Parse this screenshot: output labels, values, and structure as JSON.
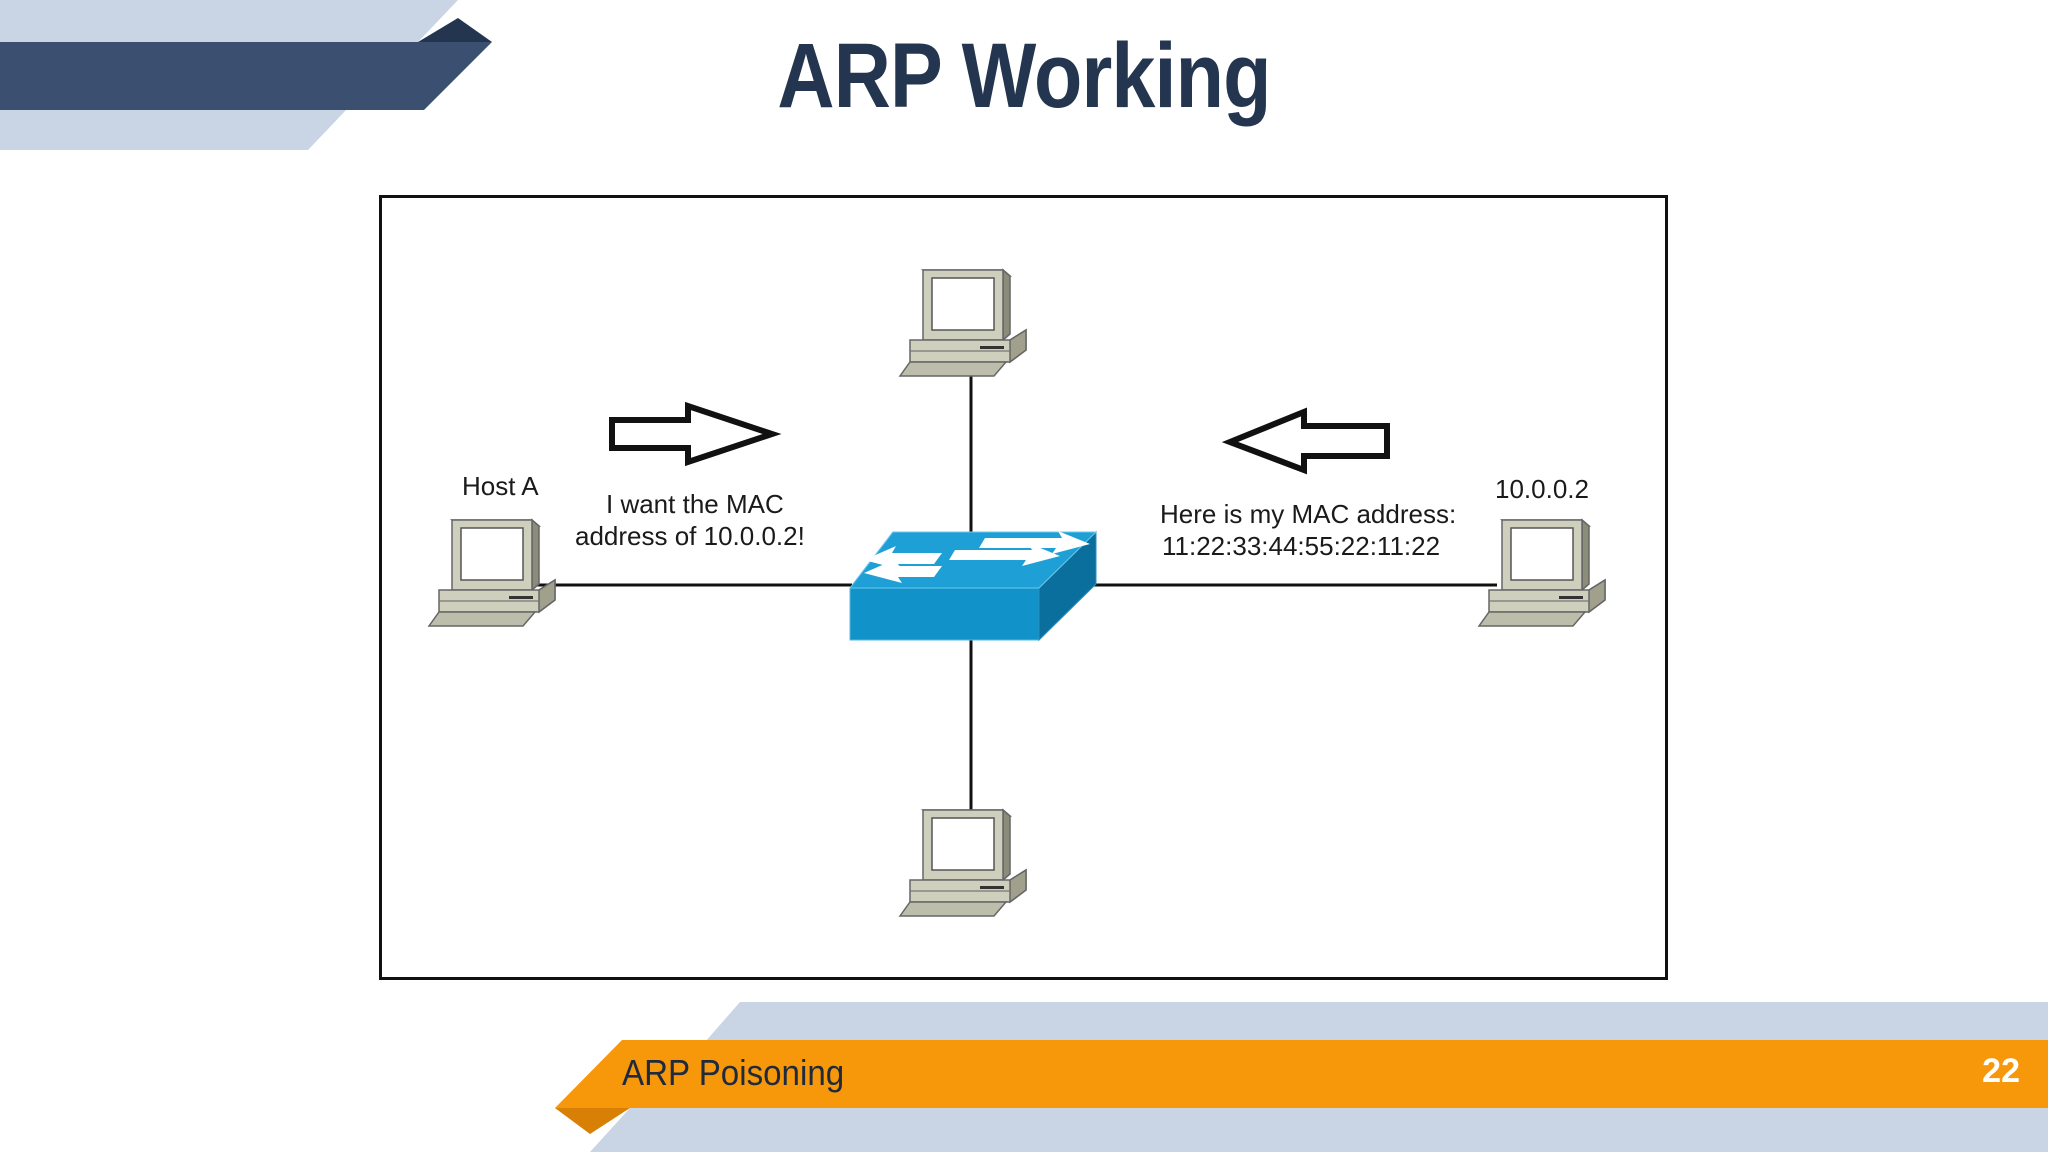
{
  "slide": {
    "title": "ARP Working",
    "footer_title": "ARP Poisoning",
    "page_number": "22"
  },
  "diagram": {
    "host_a_label": "Host A",
    "request_line1": "I want the MAC",
    "request_line2": "address of 10.0.0.2!",
    "reply_line1": "Here is my MAC address:",
    "reply_line2": "11:22:33:44:55:22:11:22",
    "host_b_label": "10.0.0.2",
    "nodes": [
      "host-a-computer",
      "top-computer",
      "bottom-computer",
      "host-b-computer",
      "network-switch"
    ]
  },
  "colors": {
    "title": "#243550",
    "banner_dark": "#3b5070",
    "banner_light": "#c9d4e4",
    "footer_orange": "#f7970a",
    "footer_orange_dark": "#d87f06",
    "switch_top": "#1e9fd6",
    "switch_front": "#1193c9",
    "switch_side": "#0a6f9c"
  }
}
